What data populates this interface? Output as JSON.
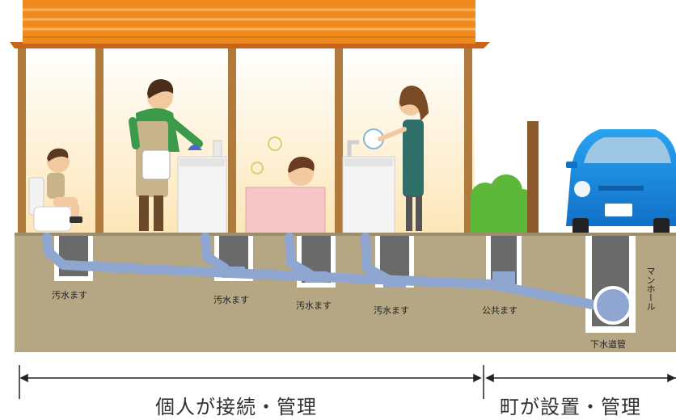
{
  "labels": {
    "basin_private": "汚水ます",
    "basin_public": "公共ます",
    "manhole": "マンホール",
    "sewer_main": "下水道管"
  },
  "brackets": {
    "private": "個人が接続・管理",
    "public": "町が設置・管理"
  },
  "colors": {
    "roof": "#f08a1c",
    "ground": "#b5a684",
    "pipe": "#8ea6d0",
    "car": "#1e8ee0",
    "hedge": "#5db83a"
  }
}
